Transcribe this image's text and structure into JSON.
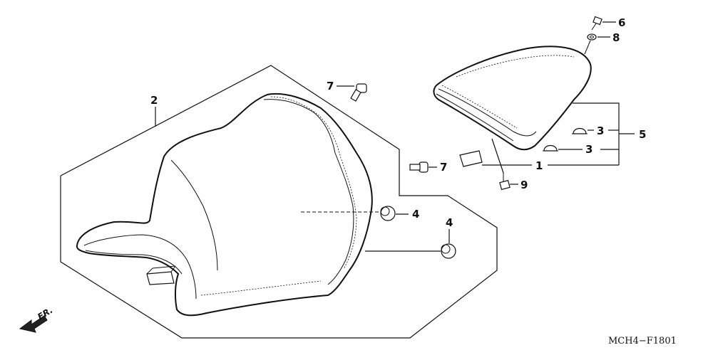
{
  "diagram": {
    "drawing_code": "MCH4−F1801",
    "direction_label": "FR.",
    "callouts": [
      {
        "id": "c1",
        "label": "1"
      },
      {
        "id": "c2",
        "label": "2"
      },
      {
        "id": "c3a",
        "label": "3"
      },
      {
        "id": "c3b",
        "label": "3"
      },
      {
        "id": "c4a",
        "label": "4"
      },
      {
        "id": "c4b",
        "label": "4"
      },
      {
        "id": "c5",
        "label": "5"
      },
      {
        "id": "c6",
        "label": "6"
      },
      {
        "id": "c7a",
        "label": "7"
      },
      {
        "id": "c7b",
        "label": "7"
      },
      {
        "id": "c8",
        "label": "8"
      },
      {
        "id": "c9",
        "label": "9"
      }
    ]
  }
}
